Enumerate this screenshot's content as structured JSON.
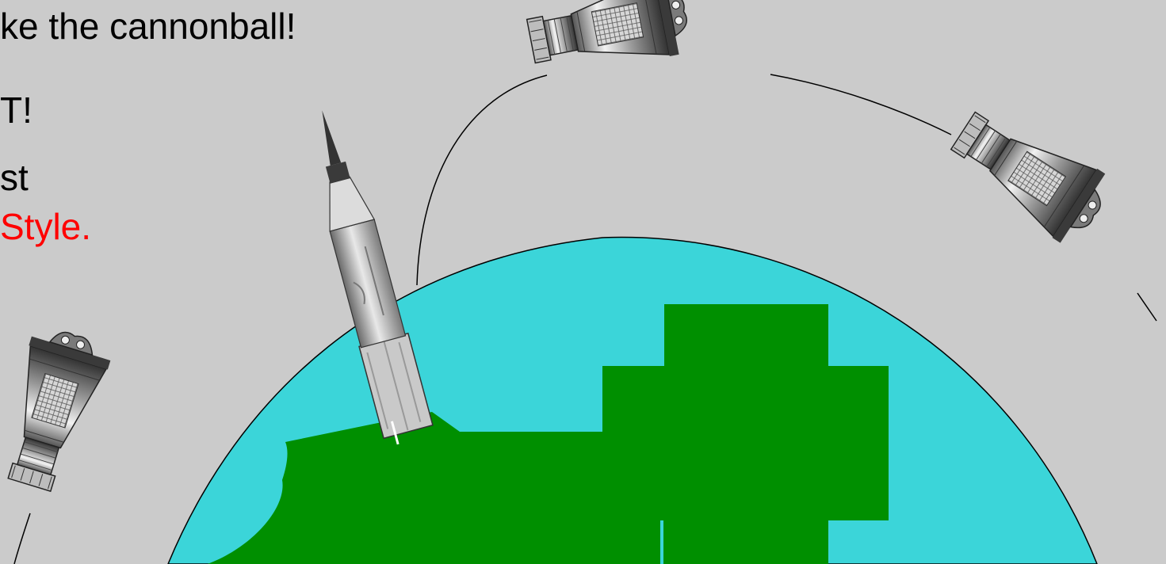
{
  "slide": {
    "lines": [
      "ke the cannonball!",
      "T!",
      "st",
      "Style."
    ],
    "accent_color": "#ff0000"
  },
  "colors": {
    "background": "#cbcbcb",
    "ocean": "#3bd5d9",
    "land": "#008f00",
    "orbit_line": "#000000"
  },
  "scene": {
    "objects": [
      "earth-illustration",
      "rocket-image",
      "capsule-image",
      "orbit-path"
    ]
  }
}
